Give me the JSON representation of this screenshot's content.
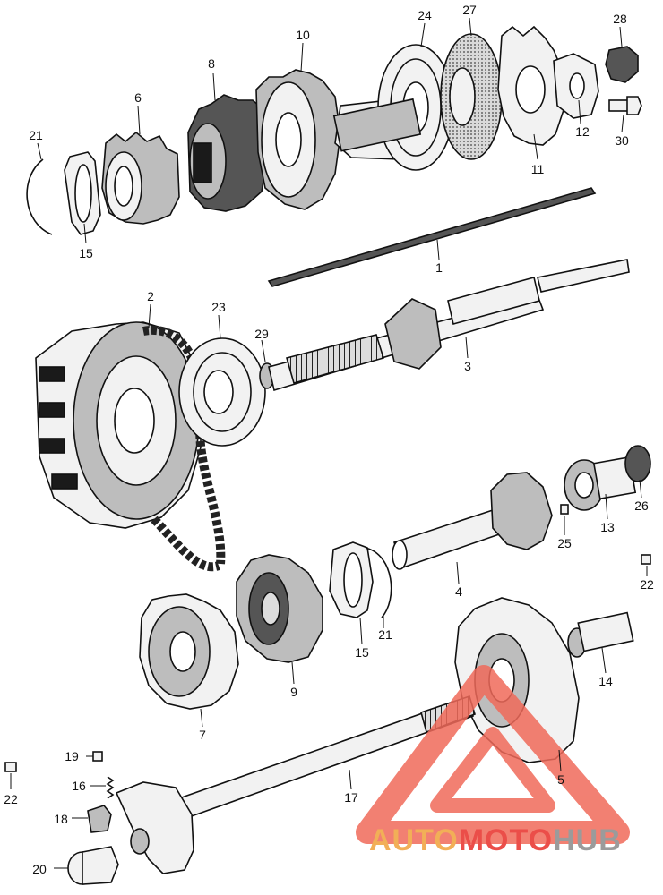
{
  "callouts": {
    "c1": "1",
    "c2": "2",
    "c3": "3",
    "c4": "4",
    "c5": "5",
    "c6": "6",
    "c7": "7",
    "c8": "8",
    "c9": "9",
    "c10": "10",
    "c11": "11",
    "c12": "12",
    "c13": "13",
    "c14": "14",
    "c15a": "15",
    "c15b": "15",
    "c16": "16",
    "c17": "17",
    "c18": "18",
    "c19": "19",
    "c20": "20",
    "c21a": "21",
    "c21b": "21",
    "c22a": "22",
    "c22b": "22",
    "c23": "23",
    "c24": "24",
    "c25": "25",
    "c26": "26",
    "c27": "27",
    "c28": "28",
    "c29": "29",
    "c30": "30"
  },
  "watermark": {
    "part1": "AUTO",
    "part2": "MOTO",
    "part3": "HUB",
    "color_orange": "#f0a23a",
    "color_red": "#e8302a",
    "color_gray": "#8a8a8a"
  }
}
